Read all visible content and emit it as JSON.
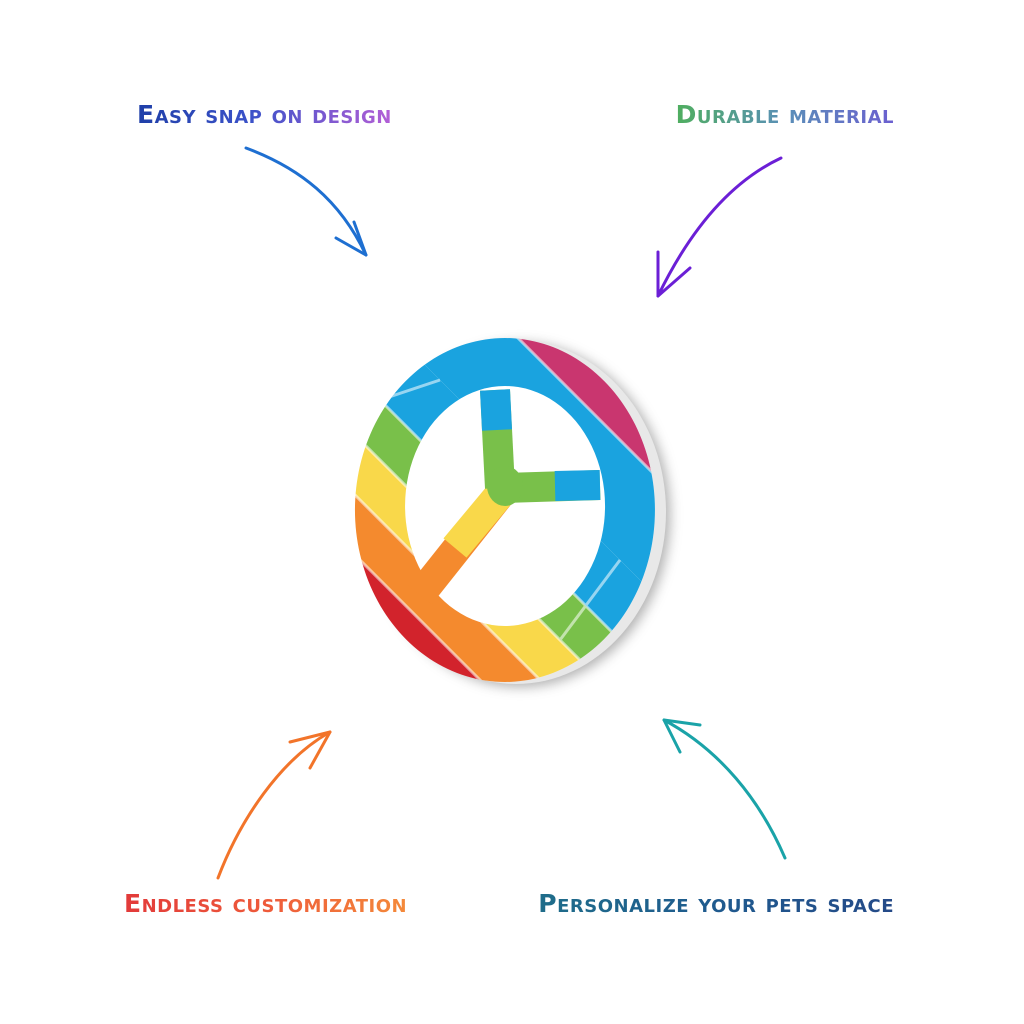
{
  "labels": {
    "top_left": "Easy snap on design",
    "top_right": "Durable material",
    "bottom_left": "Endless customization",
    "bottom_right": "Personalize your pets space"
  },
  "colors": {
    "red": "#d2232c",
    "orange": "#f48a2e",
    "yellow": "#f9d84a",
    "green": "#79c04a",
    "blue": "#1aa3df",
    "magenta": "#c9366f",
    "arrow_top_left": "#1e6fd1",
    "arrow_top_right": "#6b1fd6",
    "arrow_bottom_left": "#f2742a",
    "arrow_bottom_right": "#1aa3a8"
  },
  "product": {
    "icon": "peace-sign-icon"
  }
}
